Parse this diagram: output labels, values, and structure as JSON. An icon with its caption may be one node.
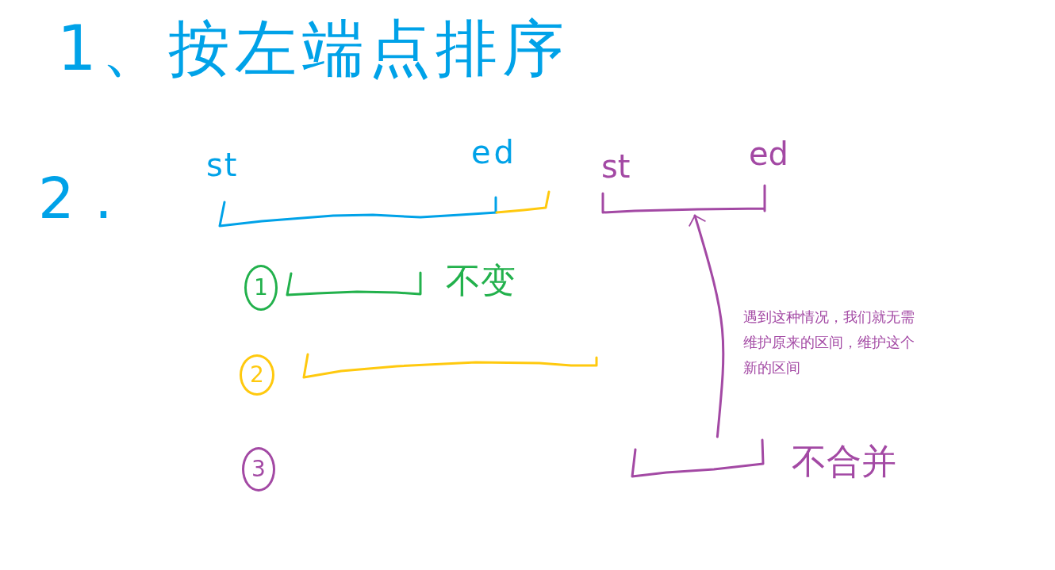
{
  "diagram": {
    "nodes": [
      {
        "text": [
          "st",
          "ed"
        ]
      },
      {
        "text": [
          "st",
          "ed"
        ]
      },
      {
        "text": [
          "1"
        ]
      },
      {
        "text": [],
        "shape": "bracket",
        "beside": [
          "不变"
        ]
      },
      {
        "text": [
          "2"
        ]
      },
      {
        "text": [],
        "shape": "bracket"
      },
      {
        "text": [
          "3"
        ]
      },
      {
        "text": [],
        "shape": "bracket",
        "beside": [
          "不合并"
        ]
      }
    ],
    "edges": [
      {
        "from": 7,
        "to": 1,
        "arrow": "to"
      }
    ],
    "labels": [
      "1、按左端点排序",
      "2.",
      "遇到这种情况，我们就无需维护原来的区间，维护这个新的区间"
    ]
  }
}
